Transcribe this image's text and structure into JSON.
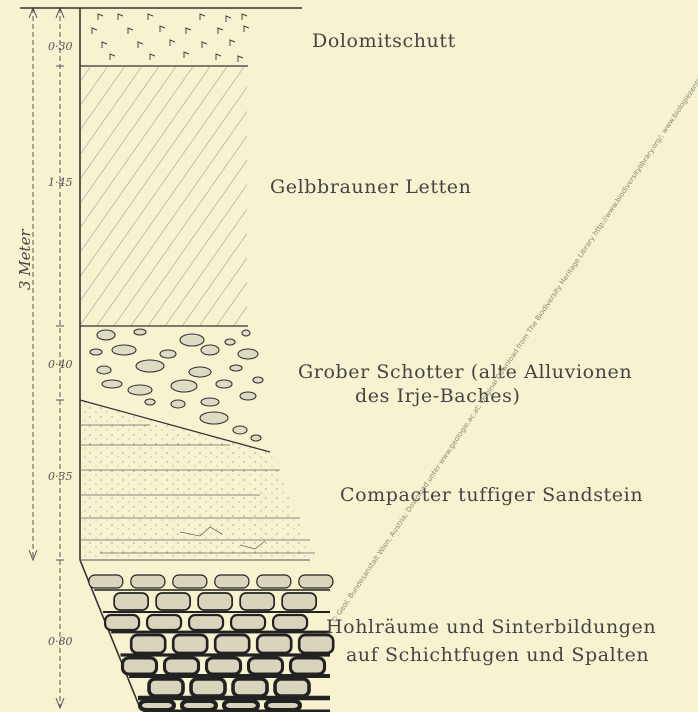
{
  "scale_label": "3 Meter",
  "layers": [
    {
      "name": "Dolomitschutt",
      "thickness": "0·30"
    },
    {
      "name": "Gelbbrauner Letten",
      "thickness": "1·45"
    },
    {
      "name_line1": "Grober Schotter (alte Alluvionen",
      "name_line2": "des Irje-Baches)",
      "thickness": "0·40"
    },
    {
      "name": "Compacter tuffiger Sandstein",
      "thickness": "0·35"
    },
    {
      "name_line1": "Hohlräume und Sinterbildungen",
      "name_line2": "auf Schichtfugen und Spalten",
      "thickness": "0·80"
    }
  ],
  "watermark": "© Geol. Bundesanstalt Wien, Austria; Download unter www.geologie.ac.at; Original Download from The Biodiversity Heritage Library http://www.biodiversitylibrary.org/; www.biologiezentrum.at"
}
